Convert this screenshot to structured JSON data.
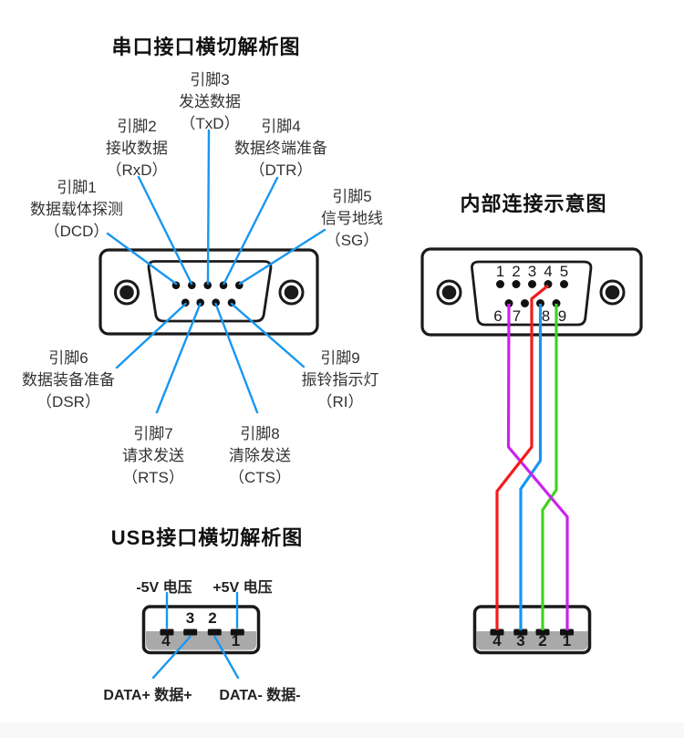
{
  "colors": {
    "annotation_blue": "#1797f1",
    "wire_red": "#f31b1b",
    "wire_magenta": "#cb22ee",
    "wire_blue": "#1797f1",
    "wire_green": "#3fd41f",
    "usb_gray": "#a9a9a9",
    "outline_black": "#1a1a1a",
    "footer_gray": "#f8f8f8"
  },
  "serial_section": {
    "title": "串口接口横切解析图",
    "pins": [
      {
        "line1": "引脚1",
        "line2": "数据载体探测",
        "line3": "（DCD）"
      },
      {
        "line1": "引脚2",
        "line2": "接收数据",
        "line3": "（RxD）"
      },
      {
        "line1": "引脚3",
        "line2": "发送数据",
        "line3": "（TxD）"
      },
      {
        "line1": "引脚4",
        "line2": "数据终端准备",
        "line3": "（DTR）"
      },
      {
        "line1": "引脚5",
        "line2": "信号地线",
        "line3": "（SG）"
      },
      {
        "line1": "引脚6",
        "line2": "数据装备准备",
        "line3": "（DSR）"
      },
      {
        "line1": "引脚7",
        "line2": "请求发送",
        "line3": "（RTS）"
      },
      {
        "line1": "引脚8",
        "line2": "清除发送",
        "line3": "（CTS）"
      },
      {
        "line1": "引脚9",
        "line2": "振铃指示灯",
        "line3": "（RI）"
      }
    ]
  },
  "internal_section": {
    "title": "内部连接示意图",
    "db9_numbers_top": [
      "1",
      "2",
      "3",
      "4",
      "5"
    ],
    "db9_numbers_bottom": [
      "6",
      "7",
      "8",
      "9"
    ],
    "usb_numbers": [
      "4",
      "3",
      "2",
      "1"
    ]
  },
  "usb_section": {
    "title": "USB接口横切解析图",
    "label_minus5v": "-5V 电压",
    "label_plus5v": "+5V 电压",
    "label_data_plus": "DATA+ 数据+",
    "label_data_minus": "DATA- 数据-",
    "numbers_top": [
      "3",
      "2"
    ],
    "numbers_bottom": [
      "4",
      "1"
    ]
  }
}
